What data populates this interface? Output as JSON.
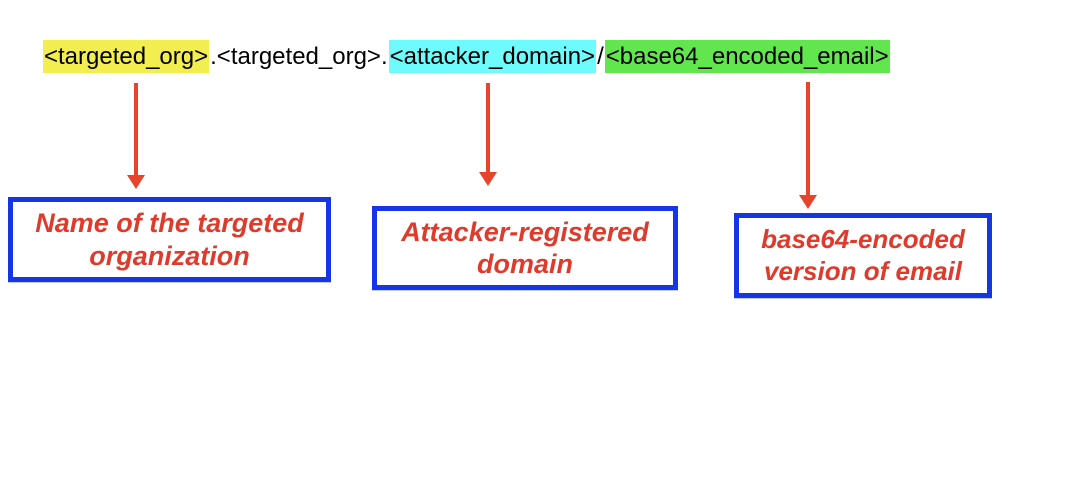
{
  "figure": {
    "description": "Phishing URL structure diagram",
    "url_pattern": {
      "full_text": "<targeted_org>.<targeted_org>.<attacker_domain>/<base64_encoded_email>",
      "segments": [
        {
          "text": "<targeted_org>",
          "highlight_color": "#f3ee4f"
        },
        {
          "text": ".<targeted_org>.",
          "highlight_color": "none"
        },
        {
          "text": "<attacker_domain>",
          "highlight_color": "#6efbfd"
        },
        {
          "text": "/",
          "highlight_color": "none"
        },
        {
          "text": "<base64_encoded_email>",
          "highlight_color": "#62e64e"
        }
      ]
    },
    "callouts": [
      {
        "label": "Name of the targeted organization"
      },
      {
        "label": "Attacker-registered domain"
      },
      {
        "label": "base64-encoded version of email"
      }
    ],
    "colors": {
      "arrow_red": "#e8432b",
      "callout_text_red": "#df3a2b",
      "callout_border_blue": "#1537e3",
      "highlight_yellow": "#f3ee4f",
      "highlight_cyan": "#6efbfd",
      "highlight_green": "#62e64e",
      "background": "#ffffff",
      "url_text": "#000000"
    }
  }
}
